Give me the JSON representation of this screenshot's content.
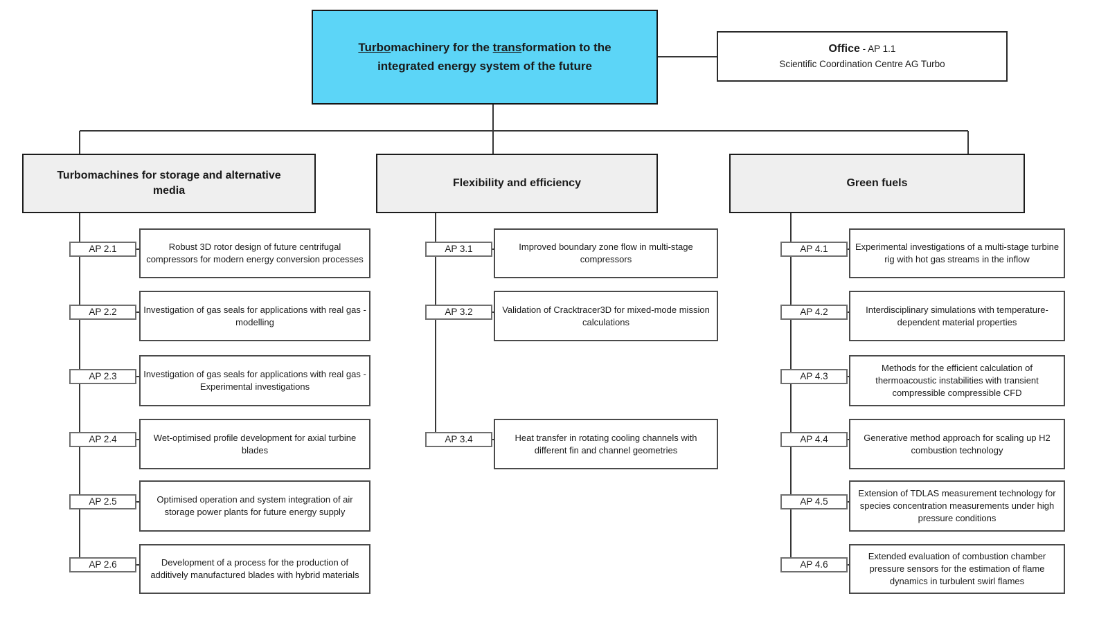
{
  "root_box": {
    "title_segments": [
      {
        "text": "Turbo"
      },
      {
        "text": "machinery for the "
      },
      {
        "text": "trans"
      },
      {
        "text": "formation to the integrated energy system of the future"
      }
    ]
  },
  "office_box": {
    "title": "Office",
    "code": "- AP 1.1",
    "subtitle": "Scientific Coordination Centre AG Turbo"
  },
  "branches": [
    {
      "title": "Turbomachines for storage and alternative media",
      "items": [
        {
          "code": "AP 2.1",
          "text": "Robust 3D rotor design of future centrifugal compressors for modern energy conversion processes"
        },
        {
          "code": "AP 2.2",
          "text": "Investigation of gas seals for applications with real gas - modelling"
        },
        {
          "code": "AP 2.3",
          "text": "Investigation of gas seals for applications with real gas - Experimental investigations"
        },
        {
          "code": "AP 2.4",
          "text": "Wet-optimised profile development for axial turbine blades"
        },
        {
          "code": "AP 2.5",
          "text": "Optimised operation and system integration of air storage power plants for future energy supply"
        },
        {
          "code": "AP 2.6",
          "text": "Development of a process for the production of additively manufactured blades with hybrid materials"
        }
      ]
    },
    {
      "title": "Flexibility and efficiency",
      "items": [
        {
          "code": "AP 3.1",
          "text": "Improved boundary zone flow in multi-stage compressors"
        },
        {
          "code": "AP 3.2",
          "text": "Validation of Cracktracer3D for mixed-mode mission calculations"
        },
        {
          "code": "AP 3.4",
          "text": "Heat transfer in rotating cooling channels with different fin and channel geometries"
        }
      ]
    },
    {
      "title": "Green fuels",
      "items": [
        {
          "code": "AP 4.1",
          "text": "Experimental investigations of a multi-stage turbine rig with hot gas streams in the inflow"
        },
        {
          "code": "AP 4.2",
          "text": "Interdisciplinary simulations with temperature-dependent material properties"
        },
        {
          "code": "AP 4.3",
          "text": "Methods for the efficient calculation of thermoacoustic instabilities with transient compressible compressible CFD"
        },
        {
          "code": "AP 4.4",
          "text": "Generative method approach for scaling up H2 combustion technology"
        },
        {
          "code": "AP 4.5",
          "text": "Extension of TDLAS measurement technology for species concentration measurements under high pressure conditions"
        },
        {
          "code": "AP 4.6",
          "text": "Extended evaluation of combustion chamber pressure sensors for the estimation of flame dynamics in turbulent swirl flames"
        }
      ]
    }
  ],
  "colors": {
    "root_fill": "#5cd5f7",
    "header_fill": "#efefef",
    "line": "#363636"
  }
}
